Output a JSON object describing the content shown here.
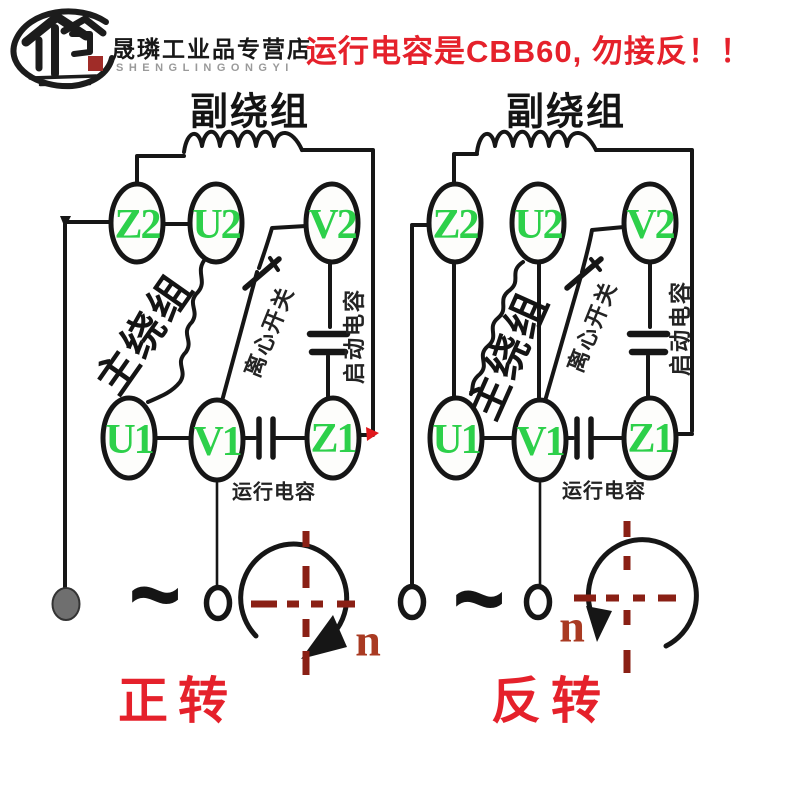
{
  "header": {
    "store_name": "晟璘工业品专营店",
    "store_name_latin": "SHENGLINGONGYI",
    "warning": "运行电容是CBB60, 勿接反！！"
  },
  "left_diagram": {
    "caption": "正转",
    "aux_winding_label": "副绕组",
    "main_winding_label": "主绕组",
    "centrifugal_switch_label": "离心开关",
    "start_capacitor_label": "启动电容",
    "run_capacitor_label": "运行电容",
    "ac_supply_symbol": "~",
    "rotation_speed_label": "n",
    "terminals": {
      "z2": "Z2",
      "u2": "U2",
      "v2": "V2",
      "u1": "U1",
      "v1": "V1",
      "z1": "Z1"
    }
  },
  "right_diagram": {
    "caption": "反转",
    "aux_winding_label": "副绕组",
    "main_winding_label": "主绕组",
    "centrifugal_switch_label": "离心开关",
    "start_capacitor_label": "启动电容",
    "run_capacitor_label": "运行电容",
    "ac_supply_symbol": "~",
    "rotation_speed_label": "n",
    "terminals": {
      "z2": "Z2",
      "u2": "U2",
      "v2": "V2",
      "u1": "U1",
      "v1": "V1",
      "z1": "Z1"
    }
  },
  "colors": {
    "terminal_text": "#2dd04a",
    "warning_text": "#e5212b",
    "caption_text": "#e5212b",
    "rotation_mark": "#8a2015",
    "speed_text": "#a93a22",
    "wire": "#161616",
    "seal": "#a02c28",
    "latin_text": "#9a9a9a"
  }
}
